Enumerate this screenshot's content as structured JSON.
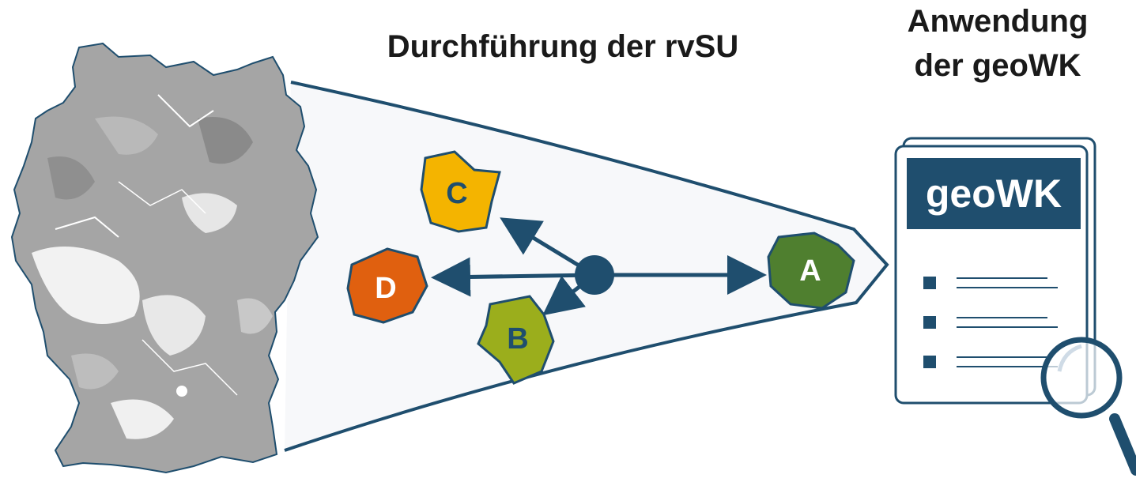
{
  "title_main": "Durchführung der rvSU",
  "title_side_line1": "Anwendung",
  "title_side_line2": "der geoWK",
  "document_label": "geoWK",
  "colors": {
    "navy": "#1f4e6e",
    "map_gray": "#9c9c9c",
    "zone_a": "#4f7f2f",
    "zone_b": "#9bae1c",
    "zone_c": "#f4b400",
    "zone_d": "#e0600f"
  },
  "zones": [
    {
      "id": "A",
      "label": "A"
    },
    {
      "id": "B",
      "label": "B"
    },
    {
      "id": "C",
      "label": "C"
    },
    {
      "id": "D",
      "label": "D"
    }
  ],
  "icons": [
    "germany-map-icon",
    "document-icon",
    "magnifier-icon"
  ]
}
